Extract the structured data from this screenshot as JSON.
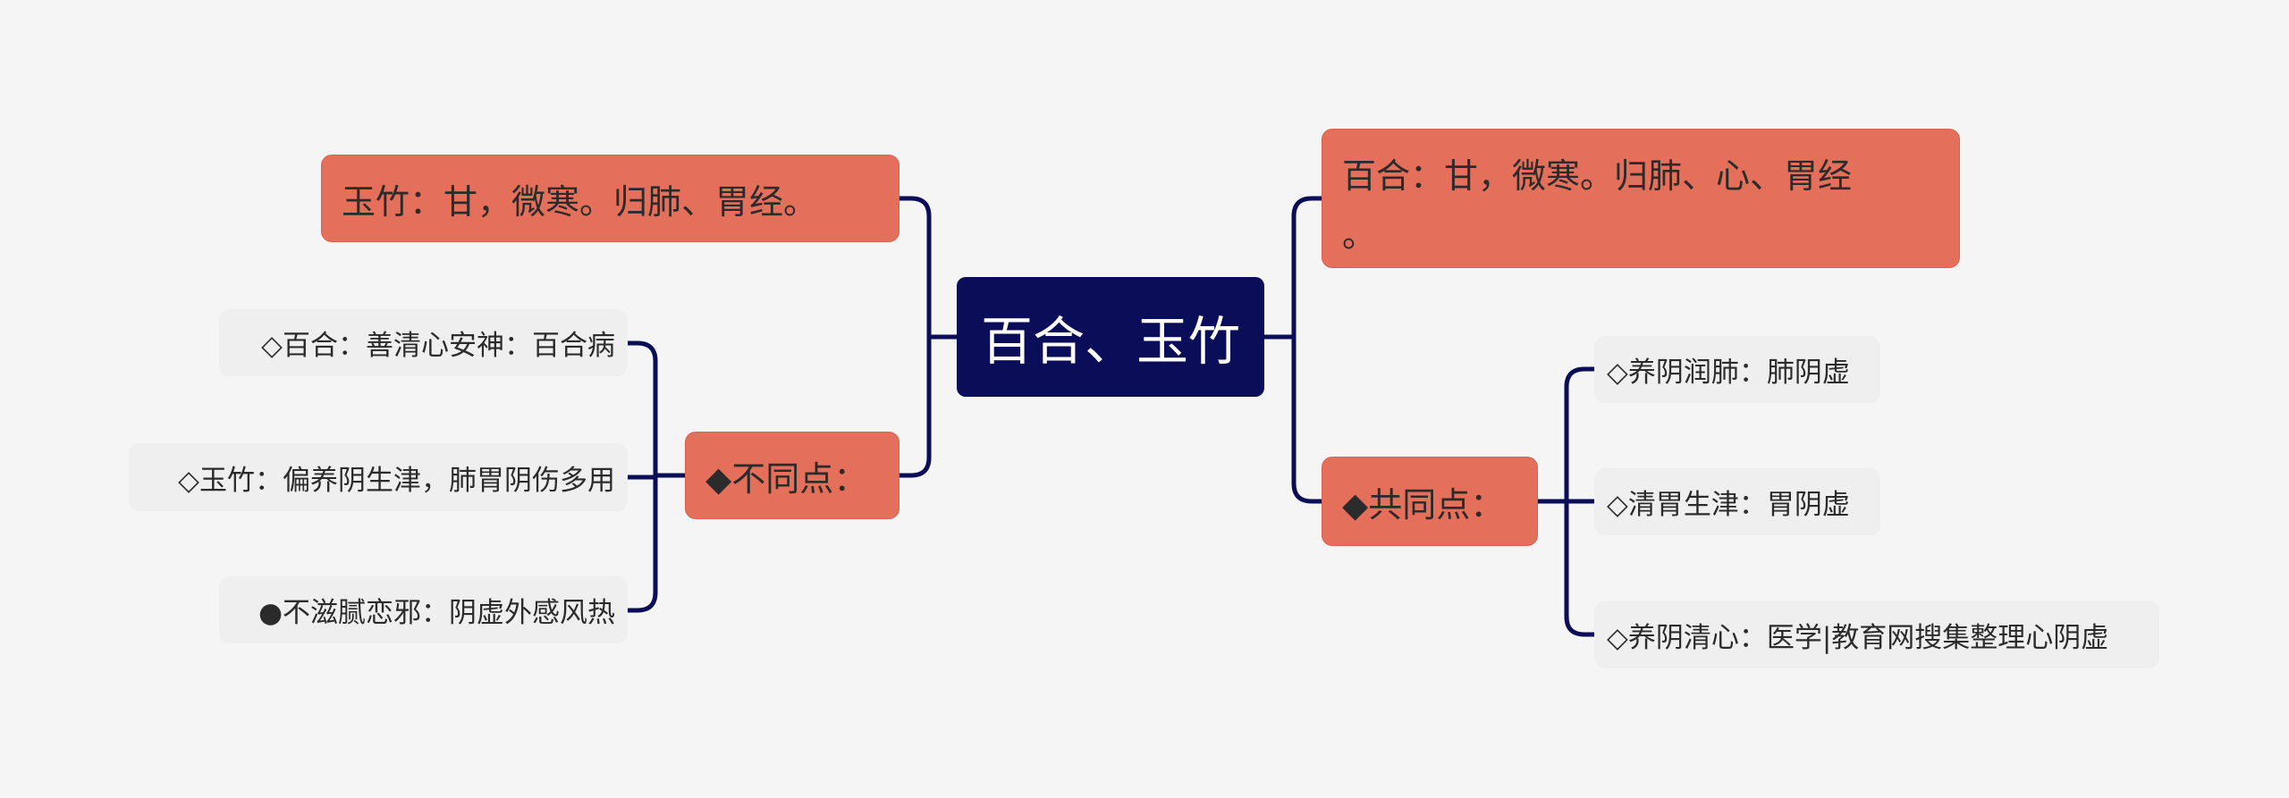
{
  "root": {
    "label": "百合、玉竹"
  },
  "left": {
    "yuzhu": {
      "label": "玉竹：甘，微寒。归肺、胃经。"
    },
    "differences": {
      "label": "◆不同点：",
      "items": [
        {
          "label": "◇百合：善清心安神：百合病"
        },
        {
          "label": "◇玉竹：偏养阴生津，肺胃阴伤多用"
        },
        {
          "label": "●不滋腻恋邪：阴虚外感风热"
        }
      ]
    }
  },
  "right": {
    "baihe": {
      "label": "百合：甘，微寒。归肺、心、胃经",
      "label_tail": "。"
    },
    "similarities": {
      "label": "◆共同点：",
      "items": [
        {
          "label": "◇养阴润肺：肺阴虚"
        },
        {
          "label": "◇清胃生津：胃阴虚"
        },
        {
          "label": "◇养阴清心：医学|教育网搜集整理心阴虚"
        }
      ]
    }
  },
  "colors": {
    "root": "#0a0d57",
    "main": "#e46f5a",
    "leaf": "#efefef",
    "line": "#0a0d57"
  }
}
